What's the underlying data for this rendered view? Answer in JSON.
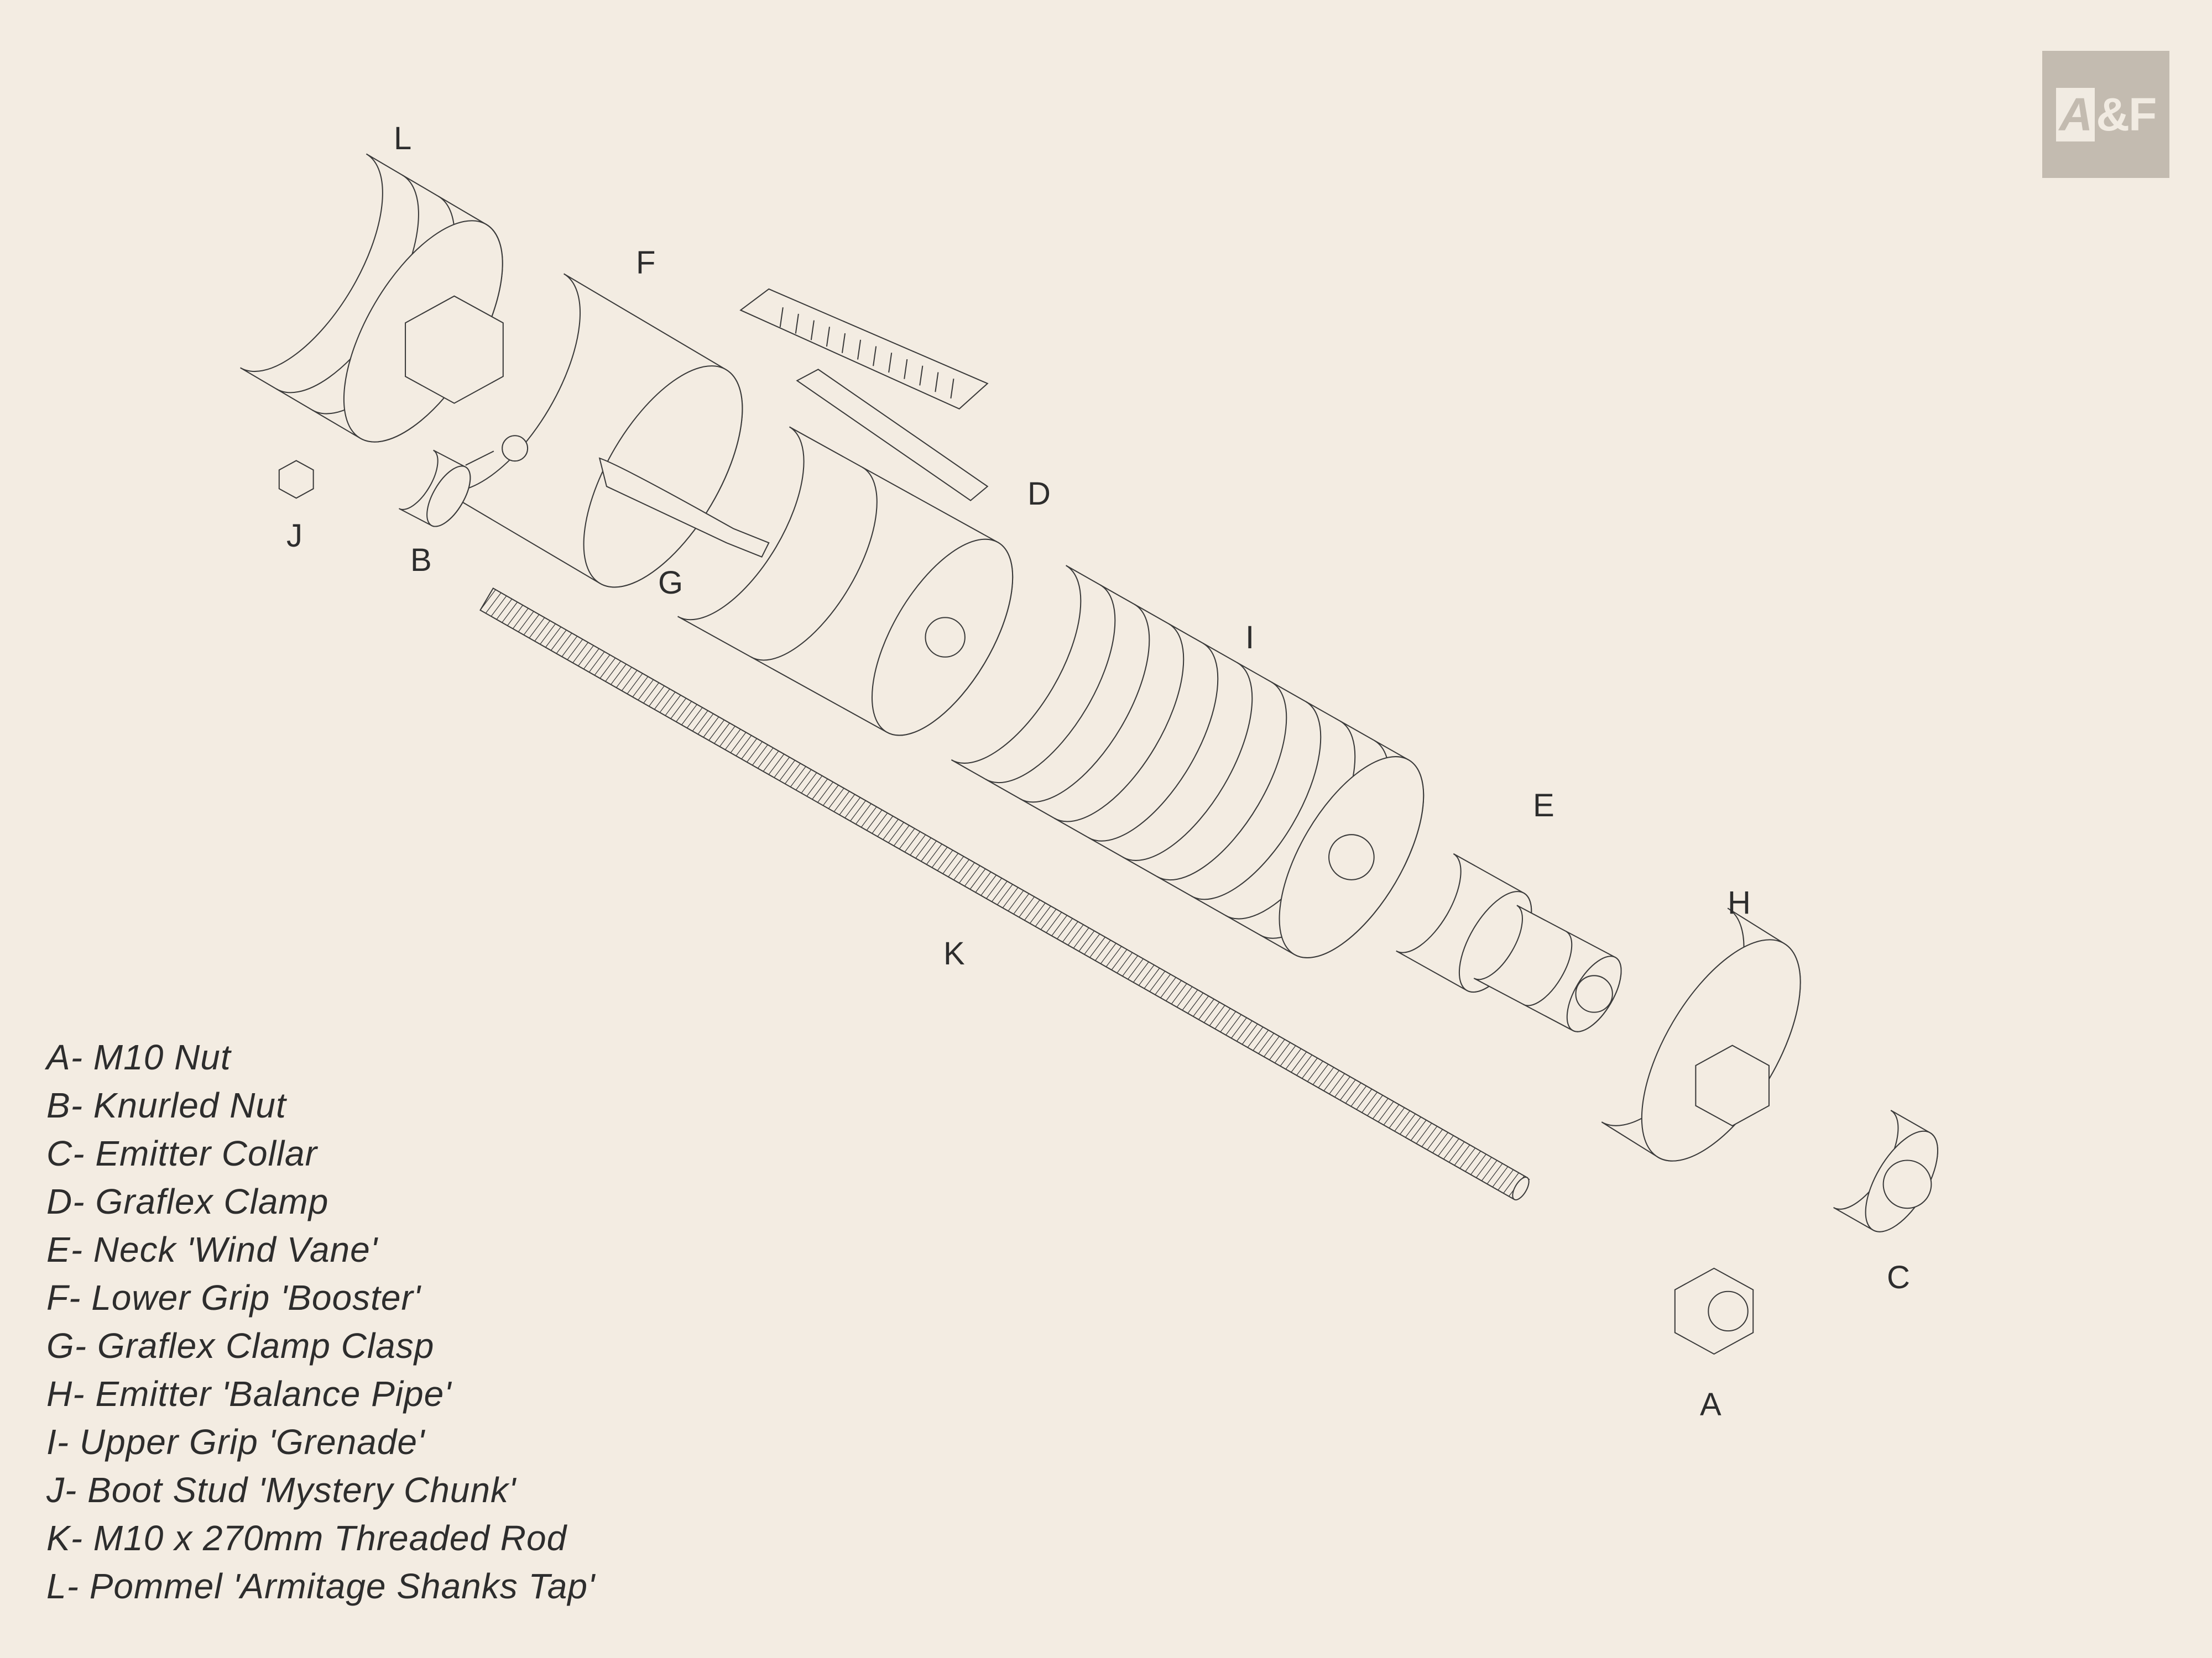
{
  "logo": {
    "text": "A&F",
    "mark": "A",
    "rest": "&F"
  },
  "labels": {
    "A": "A",
    "B": "B",
    "C": "C",
    "D": "D",
    "E": "E",
    "F": "F",
    "G": "G",
    "H": "H",
    "I": "I",
    "J": "J",
    "K": "K",
    "L": "L"
  },
  "legend": [
    "A- M10 Nut",
    "B- Knurled Nut",
    "C- Emitter Collar",
    "D- Graflex Clamp",
    "E- Neck 'Wind Vane'",
    "F- Lower Grip 'Booster'",
    "G- Graflex Clamp Clasp",
    "H- Emitter 'Balance Pipe'",
    "I- Upper Grip 'Grenade'",
    "J- Boot Stud 'Mystery Chunk'",
    "K- M10 x 270mm Threaded Rod",
    "L- Pommel 'Armitage Shanks Tap'"
  ],
  "colors": {
    "background": "#f3ece2",
    "line": "#3a3a3a",
    "text": "#2d2d2d",
    "logo_bg": "#c3bbb0"
  }
}
